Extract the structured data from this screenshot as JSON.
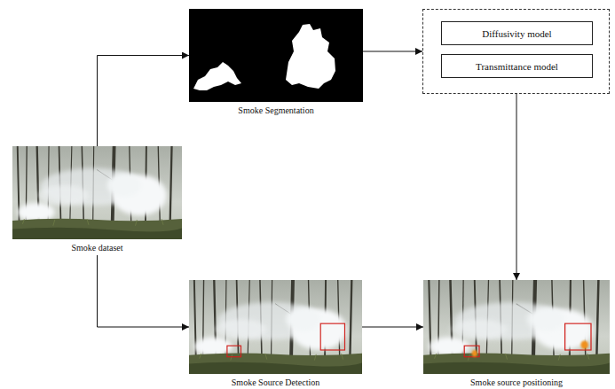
{
  "diagram": {
    "nodes": [
      {
        "text": [
          "Smoke Segmentation"
        ]
      },
      {
        "text": []
      },
      {
        "text": [
          "Diffusivity model"
        ],
        "in": 1
      },
      {
        "text": [
          "Transmittance model"
        ],
        "in": 1
      },
      {
        "text": [
          "Smoke dataset"
        ]
      },
      {
        "text": [
          "Smoke Source Detection"
        ]
      },
      {
        "text": [
          "Smoke source positioning"
        ]
      }
    ],
    "edges": [
      {
        "from": 4,
        "to": 0,
        "arrow": "to"
      },
      {
        "from": 0,
        "to": 1,
        "arrow": "to"
      },
      {
        "from": 1,
        "to": 6,
        "arrow": "to"
      },
      {
        "from": 4,
        "to": 5,
        "arrow": "to"
      },
      {
        "from": 5,
        "to": 6,
        "arrow": "to"
      }
    ]
  }
}
